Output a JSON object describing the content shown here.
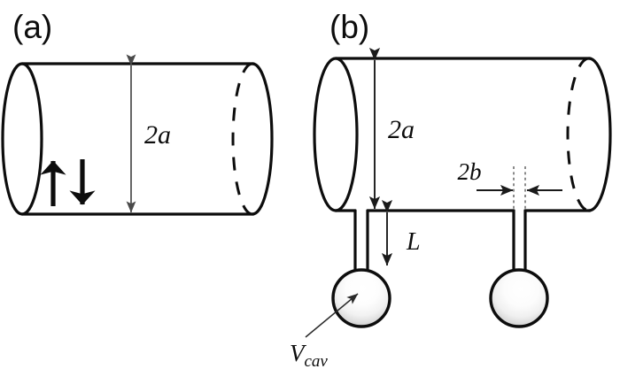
{
  "figure": {
    "background_color": "#ffffff",
    "stroke_color": "#0d0d0d",
    "dimension_color": "#4a4a4a",
    "panels": [
      {
        "id": "a",
        "label": "(a)",
        "description": "plain cylindrical duct with oscillating axial flow arrows",
        "labels": [
          {
            "name": "diameter",
            "text": "2a"
          }
        ]
      },
      {
        "id": "b",
        "label": "(b)",
        "description": "cylindrical duct with two Helmholtz resonator necks and cavities",
        "labels": [
          {
            "name": "diameter",
            "text": "2a"
          },
          {
            "name": "neck-diameter",
            "text": "2b"
          },
          {
            "name": "neck-length",
            "text": "L"
          },
          {
            "name": "cavity-volume",
            "text": "V"
          },
          {
            "name": "cavity-volume-subscript",
            "text": "cav"
          }
        ]
      }
    ]
  },
  "panel_a": {
    "label": "(a)",
    "diameter_label": "2a",
    "arrow_up_name": "up-flow-arrow",
    "arrow_down_name": "down-flow-arrow"
  },
  "panel_b": {
    "label": "(b)",
    "diameter_label": "2a",
    "neck_width_label": "2b",
    "neck_length_label": "L",
    "cavity_label_main": "V",
    "cavity_label_sub": "cav"
  }
}
